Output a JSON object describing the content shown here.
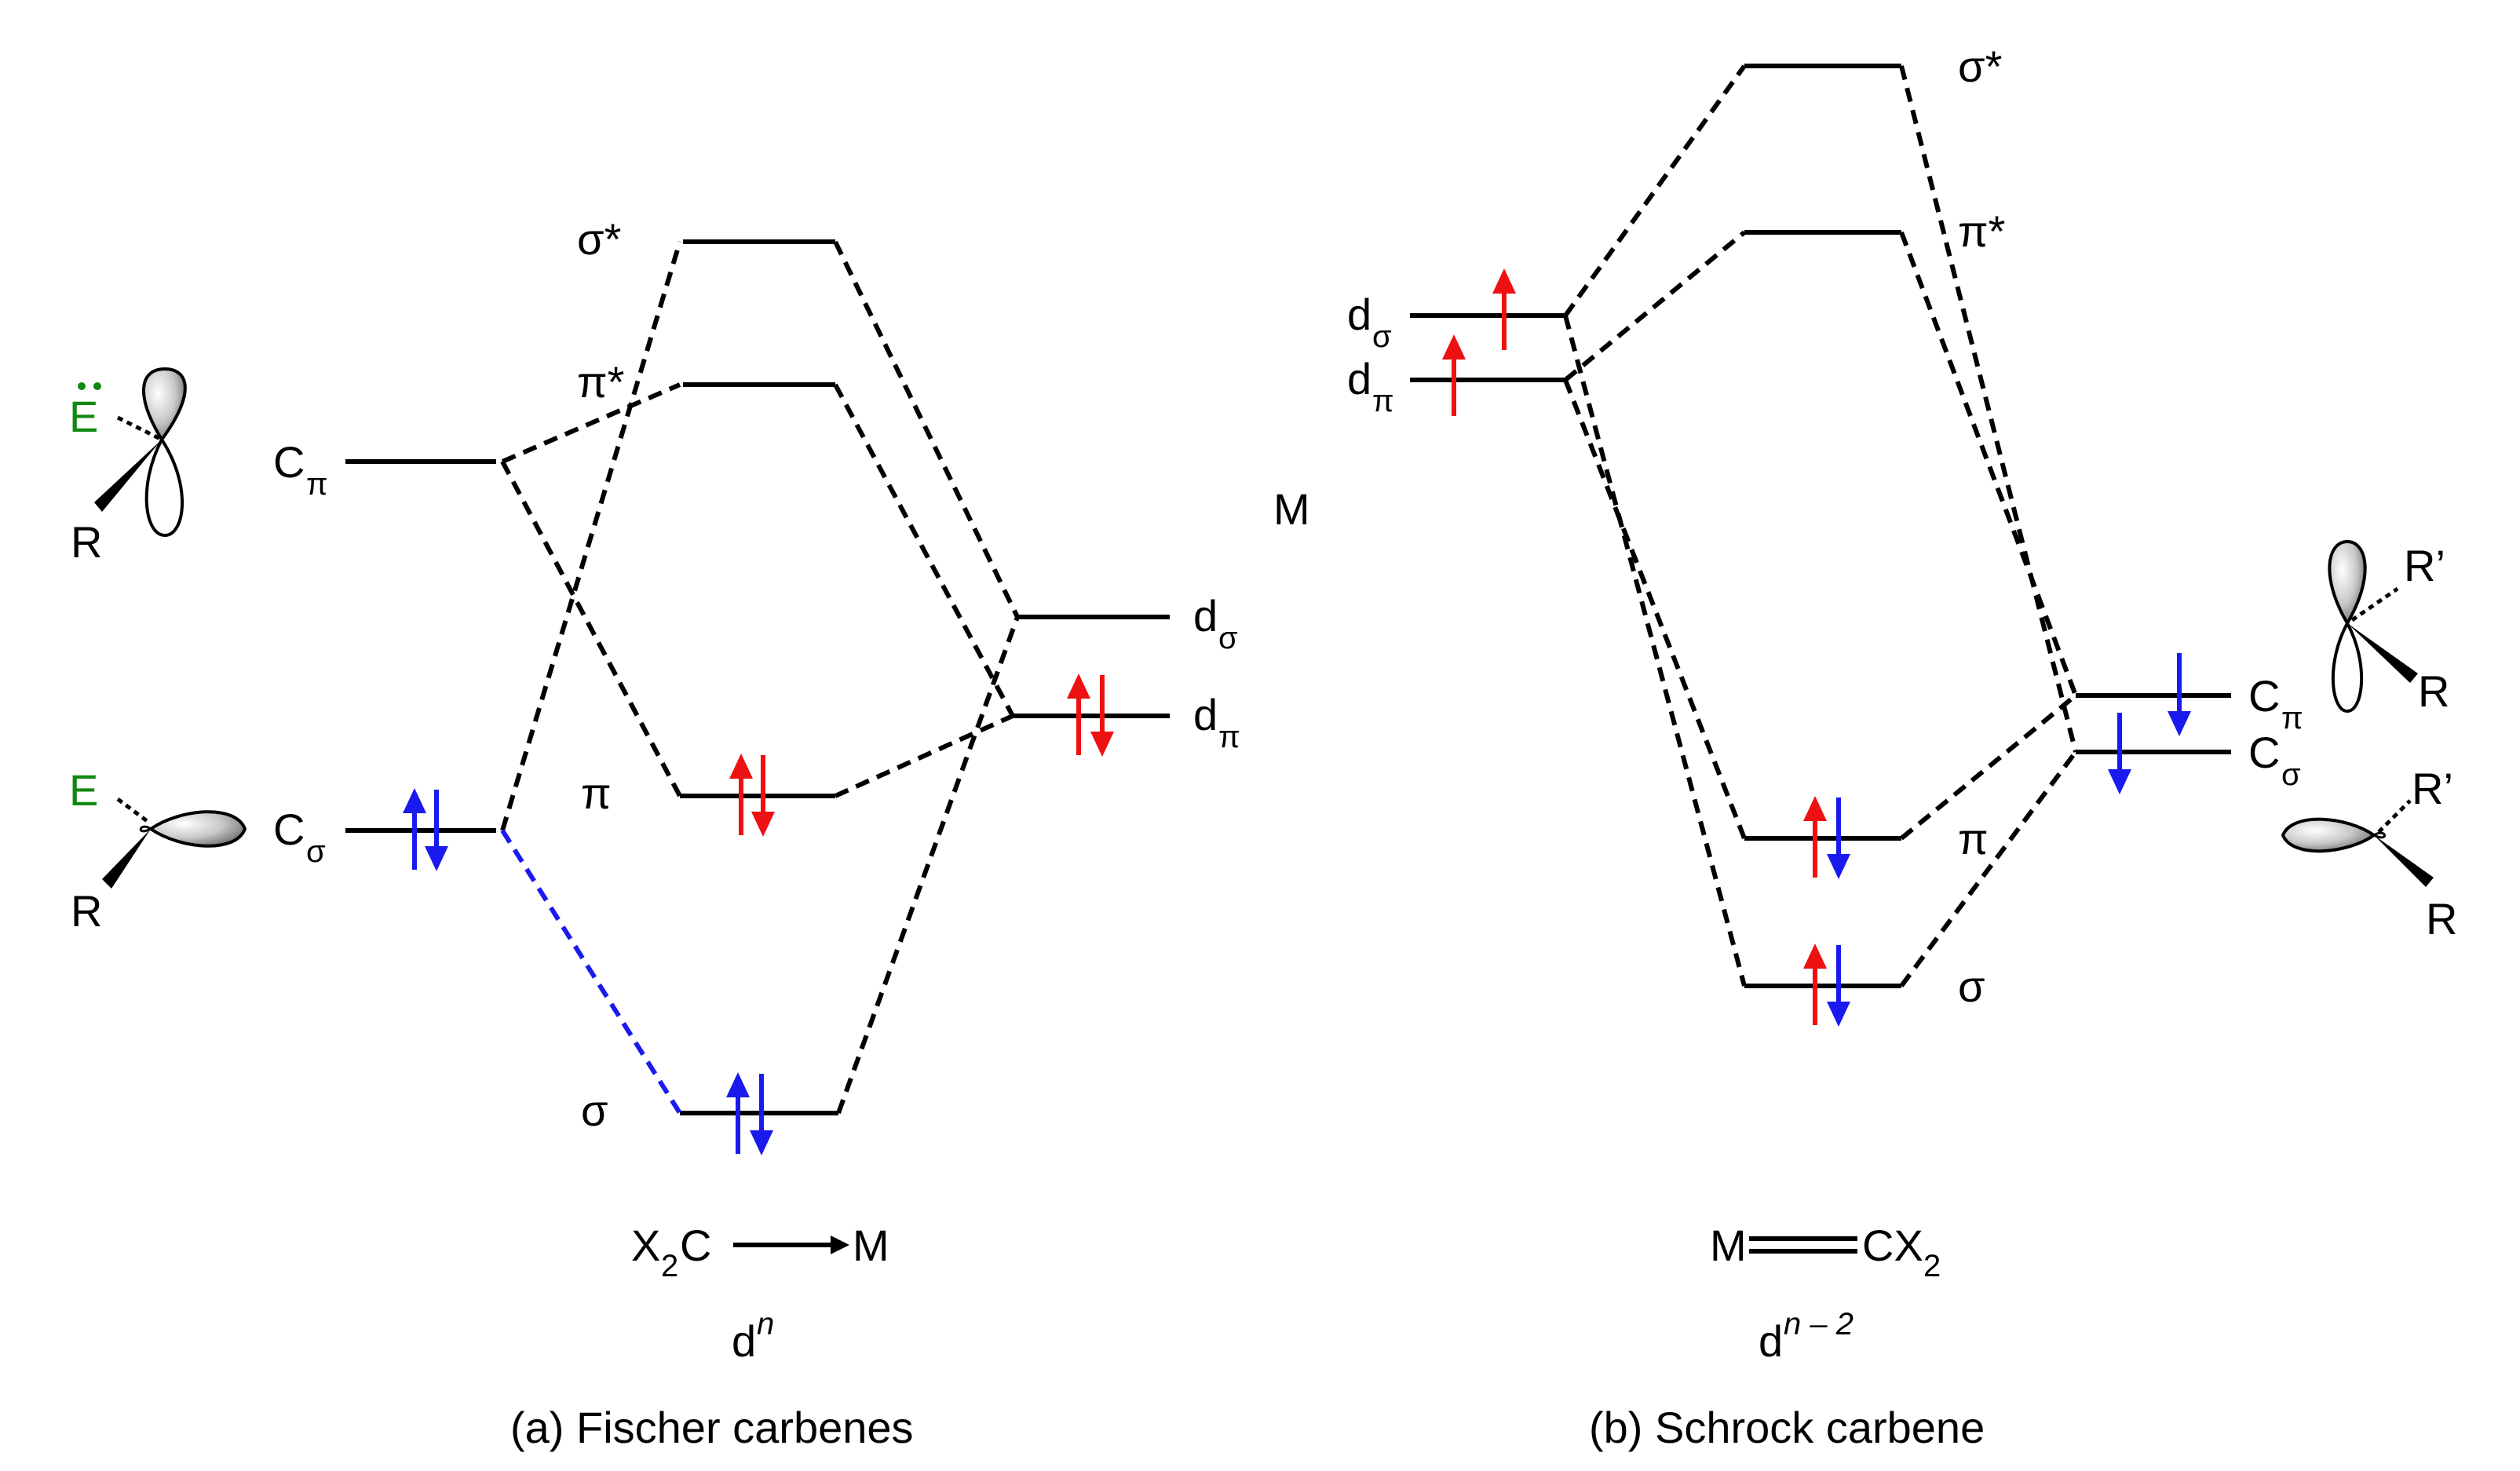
{
  "colors": {
    "line": "#000000",
    "electron_red": "#ee1111",
    "electron_blue": "#1a1aee",
    "heteroatom": "#118811",
    "orbital_lobe": "#d0d0d0"
  },
  "panel_a": {
    "levels": {
      "sigma_star": "σ*",
      "pi_star": "π*",
      "pi": "π",
      "sigma": "σ",
      "c_pi_base": "C",
      "c_pi_sub": "π",
      "c_sigma_base": "C",
      "c_sigma_sub": "σ",
      "d_sigma_base": "d",
      "d_sigma_sub": "σ",
      "d_pi_base": "d",
      "d_pi_sub": "π",
      "metal": "M"
    },
    "substituents": {
      "e_top": "E",
      "r_top": "R",
      "e_bottom": "E",
      "r_bottom": "R"
    },
    "equation": {
      "left": "X",
      "left_sub": "2",
      "left_end": "C",
      "right": "M"
    },
    "electron_count": {
      "base": "d",
      "sup": "n"
    },
    "caption": "(a) Fischer carbenes"
  },
  "panel_b": {
    "levels": {
      "sigma_star": "σ*",
      "pi_star": "π*",
      "pi": "π",
      "sigma": "σ",
      "d_sigma_base": "d",
      "d_sigma_sub": "σ",
      "d_pi_base": "d",
      "d_pi_sub": "π",
      "c_pi_base": "C",
      "c_pi_sub": "π",
      "c_sigma_base": "C",
      "c_sigma_sub": "σ"
    },
    "substituents": {
      "r_prime_top": "R’",
      "r_top": "R",
      "r_prime_bottom": "R’",
      "r_bottom": "R"
    },
    "equation": {
      "left": "M",
      "right": "CX",
      "right_sub": "2"
    },
    "electron_count": {
      "base": "d",
      "sup": "n – 2"
    },
    "caption": "(b) Schrock carbene"
  }
}
